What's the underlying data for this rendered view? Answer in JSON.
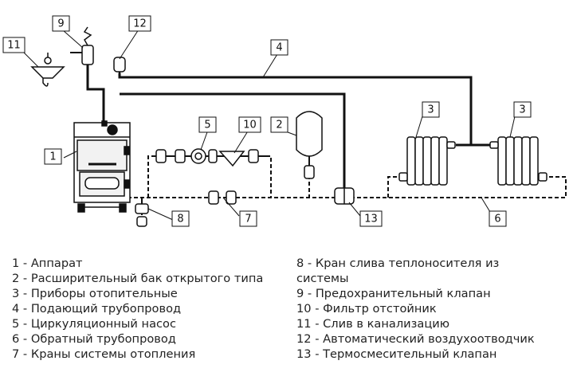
{
  "callouts": {
    "c1": "1",
    "c2": "2",
    "c3a": "3",
    "c3b": "3",
    "c4": "4",
    "c5": "5",
    "c6": "6",
    "c7": "7",
    "c8": "8",
    "c9": "9",
    "c10": "10",
    "c11": "11",
    "c12": "12",
    "c13": "13"
  },
  "legend": {
    "left": [
      "1 - Аппарат",
      "2 - Расширительный бак открытого типа",
      "3 - Приборы отопительные",
      "4 - Подающий трубопровод",
      "5 - Циркуляционный насос",
      "6 - Обратный трубопровод",
      "7 - Краны системы отопления"
    ],
    "right": [
      "8 - Кран слива теплоносителя из системы",
      "9 - Предохранительный клапан",
      "10 - Фильтр отстойник",
      "11 - Слив в канализацию",
      "12 - Автоматический воздухоотводчик",
      "13 - Термосмесительный клапан"
    ]
  }
}
